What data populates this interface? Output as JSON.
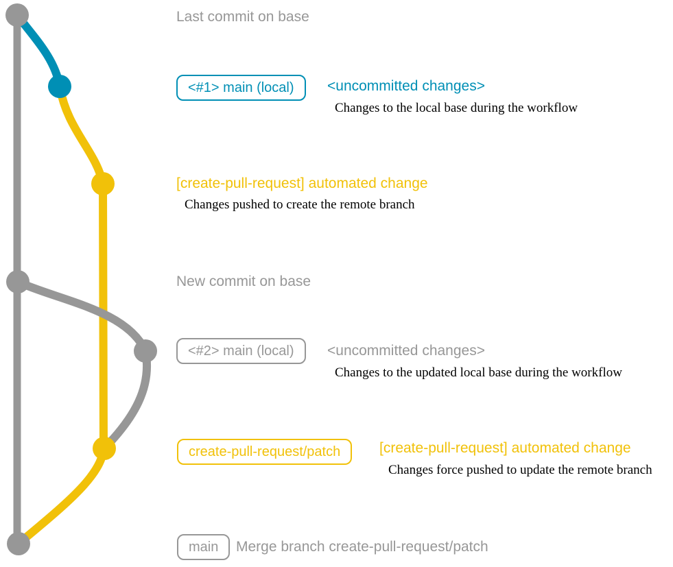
{
  "colors": {
    "base_branch_gray": "#979797",
    "local_main_blue": "#008fb5",
    "patch_branch_yellow": "#f1c109",
    "note_text_black": "#000000",
    "background": "#ffffff"
  },
  "graph": {
    "commits": [
      {
        "id": "base-last-commit",
        "color": "gray",
        "label": "Last commit on base"
      },
      {
        "id": "local-main-1",
        "color": "blue",
        "label": "<#1> main (local)"
      },
      {
        "id": "automated-change-1",
        "color": "yellow",
        "label": "[create-pull-request] automated change"
      },
      {
        "id": "base-new-commit",
        "color": "gray",
        "label": "New commit on base"
      },
      {
        "id": "local-main-2",
        "color": "gray",
        "label": "<#2> main (local)"
      },
      {
        "id": "automated-change-2",
        "color": "yellow",
        "label": "create-pull-request/patch"
      },
      {
        "id": "merge-commit",
        "color": "gray",
        "label": "main"
      }
    ]
  },
  "labels": {
    "last_commit": "Last commit on base",
    "new_commit": "New commit on base",
    "row1": {
      "badge": "<#1> main (local)",
      "status": "<uncommitted changes>",
      "note": "Changes to the local base during the workflow"
    },
    "row2": {
      "title": "[create-pull-request] automated change",
      "note": "Changes pushed to create the remote branch"
    },
    "row3": {
      "badge": "<#2> main (local)",
      "status": "<uncommitted changes>",
      "note": "Changes to the updated local base during the workflow"
    },
    "row4": {
      "badge": "create-pull-request/patch",
      "title": "[create-pull-request] automated change",
      "note": "Changes force pushed to update the remote branch"
    },
    "row5": {
      "badge": "main",
      "title": "Merge branch create-pull-request/patch"
    }
  }
}
